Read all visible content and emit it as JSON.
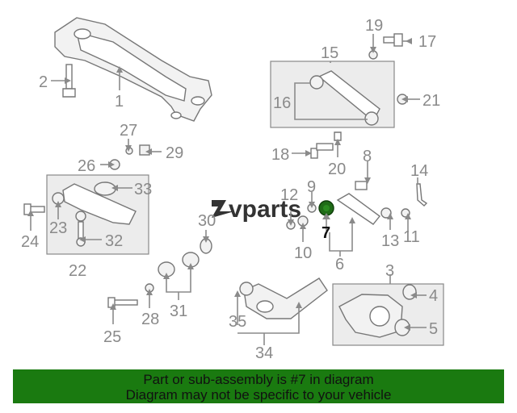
{
  "diagram": {
    "callouts": {
      "n1": "1",
      "n2": "2",
      "n3": "3",
      "n4": "4",
      "n5": "5",
      "n6": "6",
      "n7": "7",
      "n8": "8",
      "n9": "9",
      "n11": "11",
      "n12": "12",
      "n13": "13",
      "n14": "14",
      "n15": "15",
      "n16": "16",
      "n17": "17",
      "n18": "18",
      "n19": "19",
      "n20": "20",
      "n21": "21",
      "n22": "22",
      "n23": "23",
      "n24": "24",
      "n25": "25",
      "n26": "26",
      "n27": "27",
      "n28": "28",
      "n29": "29",
      "n30": "30",
      "n31": "31",
      "n32": "32",
      "n33": "33",
      "n34": "34",
      "n35": "35",
      "n10": "10"
    },
    "highlighted_part": "7",
    "highlight_color": "#1f6b17",
    "watermark": "vparts"
  },
  "banner": {
    "line1": "Part or sub-assembly is #7 in diagram",
    "line2": "Diagram may not be specific to your vehicle",
    "background": "#1a7a10"
  }
}
